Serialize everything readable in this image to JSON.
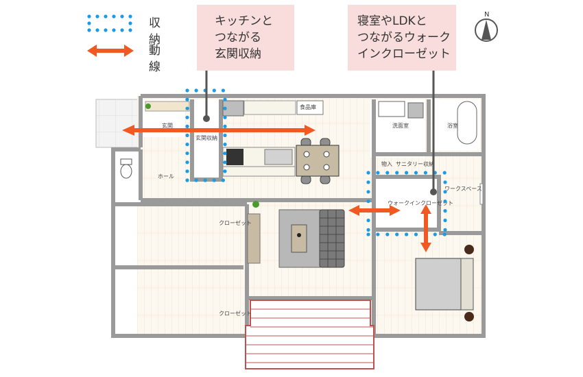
{
  "legend": {
    "storage_label": "収納",
    "flow_label": "動線",
    "storage_color": "#1a9be6",
    "flow_color": "#f05a22"
  },
  "callouts": [
    {
      "id": "entry-storage",
      "text": "キッチンと\nつながる\n玄関収納"
    },
    {
      "id": "walk-in-closet",
      "text": "寝室やLDKと\nつながるウォーク\nインクローゼット"
    }
  ],
  "compass": {
    "label": "N"
  },
  "rooms": {
    "entrance": "玄関",
    "entrance_storage": "玄関収納",
    "hall": "ホール",
    "pantry": "食品庫",
    "washroom": "洗面室",
    "bathroom": "浴室",
    "closet_storage": "物入",
    "sanitary_storage": "サニタリー収納",
    "walk_in_closet": "ウォークインクローゼット",
    "work_space": "ワークスペース",
    "closet_1": "クローゼット",
    "closet_2": "クローゼット"
  },
  "colors": {
    "callout_bg": "#f9dcdc",
    "wall": "#9a9a9a",
    "floor": "#fbf6ec",
    "deck": "#c0504d"
  }
}
